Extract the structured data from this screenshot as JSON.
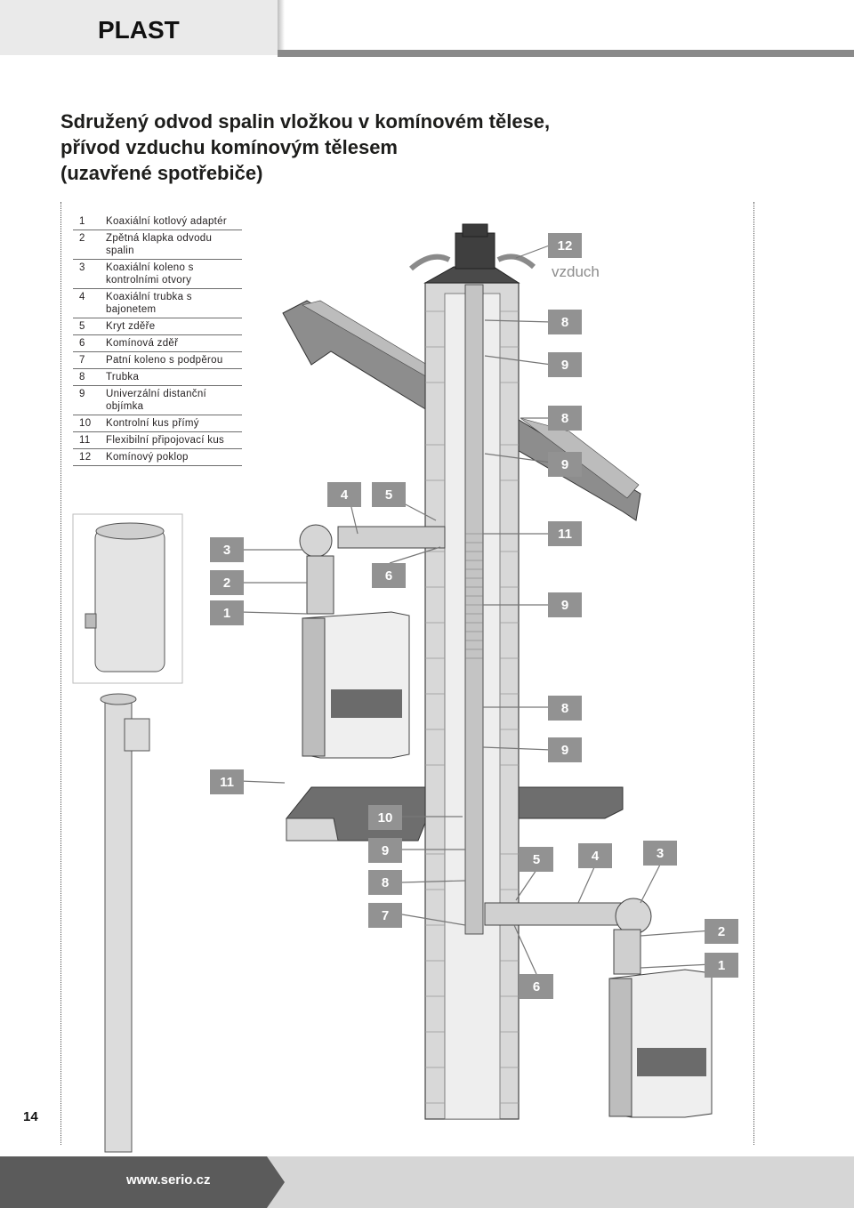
{
  "header": {
    "section": "PLAST"
  },
  "title": {
    "line1": "Sdružený odvod spalin vložkou v komínovém tělese,",
    "line2": "přívod vzduchu komínovým tělesem",
    "line3": "(uzavřené spotřebiče)"
  },
  "legend": [
    {
      "num": "1",
      "text": "Koaxiální kotlový adaptér"
    },
    {
      "num": "2",
      "text": "Zpětná klapka odvodu spalin"
    },
    {
      "num": "3",
      "text": "Koaxiální koleno s kontrolními otvory"
    },
    {
      "num": "4",
      "text": "Koaxiální trubka s bajonetem"
    },
    {
      "num": "5",
      "text": "Kryt zděře"
    },
    {
      "num": "6",
      "text": "Komínová zděř"
    },
    {
      "num": "7",
      "text": "Patní koleno s podpěrou"
    },
    {
      "num": "8",
      "text": "Trubka"
    },
    {
      "num": "9",
      "text": "Univerzální distanční objímka"
    },
    {
      "num": "10",
      "text": "Kontrolní kus přímý"
    },
    {
      "num": "11",
      "text": "Flexibilní připojovací kus"
    },
    {
      "num": "12",
      "text": "Komínový poklop"
    }
  ],
  "diagram_labels": {
    "l12": "12",
    "vzduch": "vzduch",
    "r8a": "8",
    "r9a": "9",
    "r8b": "8",
    "r9b": "9",
    "c4": "4",
    "c5": "5",
    "r11": "11",
    "l3": "3",
    "l2": "2",
    "l1": "1",
    "c6": "6",
    "r9c": "9",
    "r8c": "8",
    "r9d": "9",
    "l11": "11",
    "c10": "10",
    "c9": "9",
    "c8": "8",
    "c7": "7",
    "b5": "5",
    "b4": "4",
    "b3": "3",
    "b2": "2",
    "b1": "1",
    "b6": "6"
  },
  "page_number": "14",
  "footer": {
    "url": "www.serio.cz"
  },
  "colors": {
    "label_bg": "#929292",
    "header_bar": "#8a8a8a",
    "footer_dark": "#5b5b5b"
  }
}
